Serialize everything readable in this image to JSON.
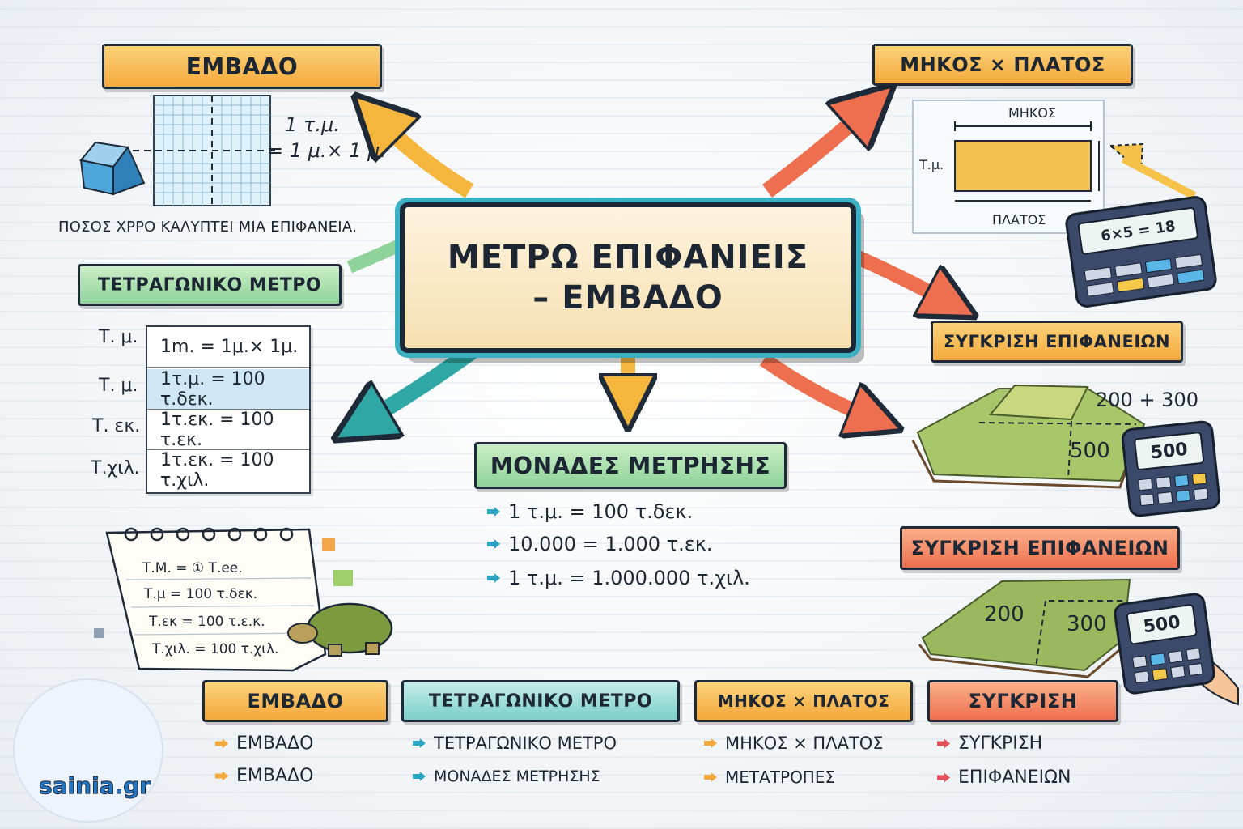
{
  "title": {
    "line1": "ΜΕΤΡΩ ΕΠΙΦΑΝΙΕΙΣ",
    "line2": "– ΕΜΒΑΔΟ"
  },
  "area": {
    "ribbon": "ΕΜΒΑΔΟ",
    "label_line1": "1 τ.μ.",
    "label_line2": "= 1 μ.× 1 μ.",
    "caption": "ΠΟΣΟΣ ΧΡΡΟ ΚΑΛΥΠΤΕΙ ΜΙΑ ΕΠΙΦΑΝΕΙΑ."
  },
  "square_meter": {
    "ribbon": "ΤΕΤΡΑΓΩΝΙΚΟ ΜΕΤΡΟ",
    "rows": [
      {
        "unit": "Τ. μ.",
        "eq": "1m. = 1μ.× 1μ."
      },
      {
        "unit": "Τ. μ.",
        "eq": "1τ.μ. = 100 τ.δεκ."
      },
      {
        "unit": "Τ. εκ.",
        "eq": "1τ.εκ. = 100 τ.εκ."
      },
      {
        "unit": "Τ.χιλ.",
        "eq": "1τ.εκ. = 100 τ.χιλ."
      }
    ]
  },
  "notepad": {
    "rows": [
      "Τ.Μ. = ① Τ.ee.",
      "Τ.μ = 100 τ.δεκ.",
      "Τ.εκ = 100 τ.ε.κ.",
      "Τ.χιλ. = 100 τ.χιλ."
    ]
  },
  "units": {
    "ribbon": "ΜΟΝΑΔΕΣ ΜΕΤΡΗΣΗΣ",
    "items": [
      "1 τ.μ. = 100 τ.δεκ.",
      "10.000 = 1.000 τ.εκ.",
      "1 τ.μ. = 1.000.000 τ.χιλ."
    ]
  },
  "length_width": {
    "ribbon": "ΜΗΚΟΣ × ΠΛΑΤΟΣ",
    "length": "ΜΗΚΟΣ",
    "width": "ΠΛΑΤΟΣ",
    "unit": "Τ.μ.",
    "calc_display": "6×5 = 18"
  },
  "compare1": {
    "ribbon": "ΣΥΓΚΡΙΣΗ ΕΠΙΦΑΝΕΙΩΝ",
    "sum": "200 + 300",
    "field_value": "500",
    "calc_display": "500"
  },
  "compare2": {
    "ribbon": "ΣΥΓΚΡΙΣΗ ΕΠΙΦΑΝΕΙΩΝ",
    "part_a": "200",
    "part_b": "300",
    "calc_display": "500"
  },
  "bottom": {
    "columns": [
      {
        "ribbon": "ΕΜΒΑΔΟ",
        "items": [
          "ΕΜΒΑΔΟ",
          "ΕΜΒΑΔΟ"
        ],
        "color": "#f4a93c"
      },
      {
        "ribbon": "ΤΕΤΡΑΓΩΝΙΚΟ ΜΕΤΡΟ",
        "items": [
          "ΤΕΤΡΑΓΩΝΙΚΟ ΜΕΤΡΟ",
          "ΜΟΝΑΔΕΣ ΜΕΤΡΗΣΗΣ"
        ],
        "color": "#2aa6c4"
      },
      {
        "ribbon": "ΜΗΚΟΣ × ΠΛΑΤΟΣ",
        "items": [
          "ΜΗΚΟΣ × ΠΛΑΤΟΣ",
          "ΜΕΤΑΤΡΟΠΕΣ"
        ],
        "color": "#f4a93c"
      },
      {
        "ribbon": "ΣΥΓΚΡΙΣΗ",
        "items": [
          "ΣΥΓΚΡΙΣΗ",
          "ΕΠΙΦΑΝΕΙΩΝ"
        ],
        "color": "#e2505a"
      }
    ]
  },
  "logo": {
    "text": "sainia.gr"
  },
  "colors": {
    "orange": "#f4a93c",
    "green": "#8fd39a",
    "red": "#ee7050",
    "teal": "#3bb0c2",
    "navy": "#1e2a38"
  }
}
